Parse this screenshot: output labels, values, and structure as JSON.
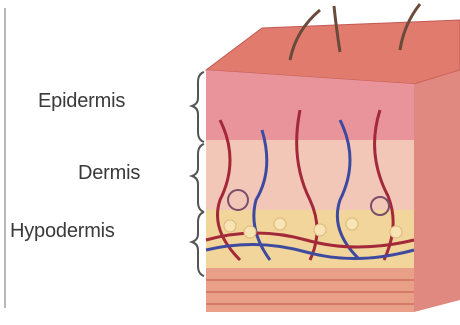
{
  "layers": {
    "epidermis": "Epidermis",
    "dermis": "Dermis",
    "hypodermis": "Hypodermis"
  },
  "colors": {
    "epidermis": "#e8949a",
    "dermis": "#f3c7b8",
    "hypodermis": "#f2d59a",
    "vessel_red": "#a3283a",
    "vessel_blue": "#3e4aa0",
    "muscle": "#e9a089"
  },
  "icons": [
    "hair-icon",
    "sweat-gland-icon",
    "fat-cell-icon",
    "blood-vessel-icon"
  ]
}
